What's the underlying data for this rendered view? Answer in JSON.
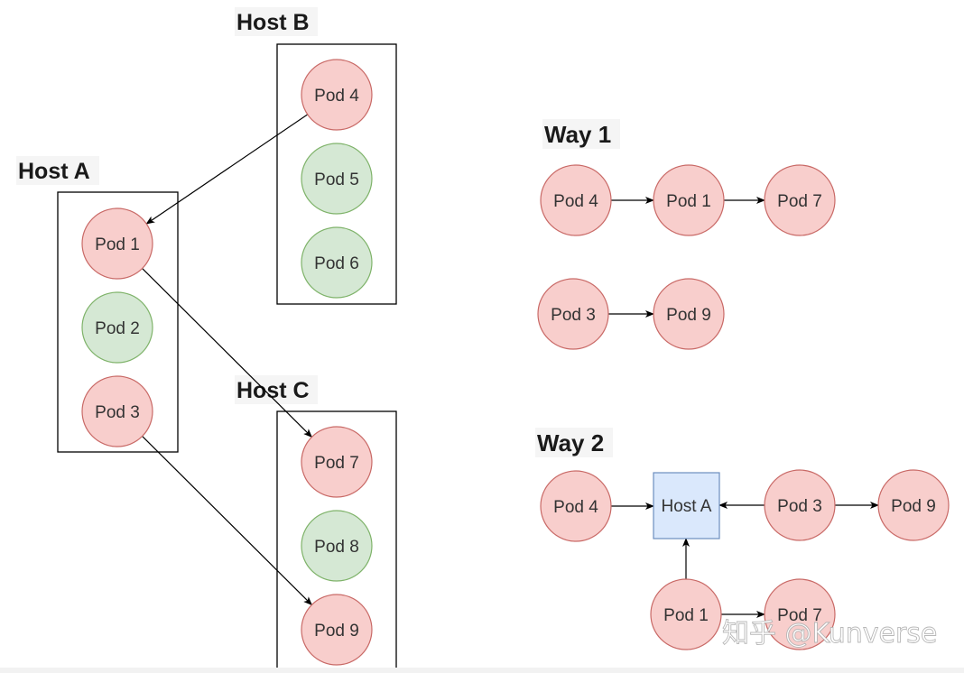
{
  "colors": {
    "pod_red_fill": "#f8cecc",
    "pod_red_stroke": "#c96a67",
    "pod_green_fill": "#d5e8d4",
    "pod_green_stroke": "#7fb36a",
    "host_node_fill": "#dae8fc",
    "host_node_stroke": "#6c8ebf"
  },
  "left": {
    "hosts": [
      {
        "id": "hostA",
        "label": "Host A"
      },
      {
        "id": "hostB",
        "label": "Host B"
      },
      {
        "id": "hostC",
        "label": "Host C"
      }
    ],
    "pods": [
      {
        "id": "pod1",
        "label": "Pod 1",
        "color": "red"
      },
      {
        "id": "pod2",
        "label": "Pod 2",
        "color": "green"
      },
      {
        "id": "pod3",
        "label": "Pod 3",
        "color": "red"
      },
      {
        "id": "pod4",
        "label": "Pod 4",
        "color": "red"
      },
      {
        "id": "pod5",
        "label": "Pod 5",
        "color": "green"
      },
      {
        "id": "pod6",
        "label": "Pod 6",
        "color": "green"
      },
      {
        "id": "pod7",
        "label": "Pod 7",
        "color": "red"
      },
      {
        "id": "pod8",
        "label": "Pod 8",
        "color": "green"
      },
      {
        "id": "pod9",
        "label": "Pod 9",
        "color": "red"
      }
    ],
    "edges": [
      {
        "from": "pod4",
        "to": "pod1"
      },
      {
        "from": "pod1",
        "to": "pod7"
      },
      {
        "from": "pod3",
        "to": "pod9"
      }
    ]
  },
  "way1": {
    "label": "Way 1",
    "nodes": [
      {
        "id": "w1p4",
        "label": "Pod 4"
      },
      {
        "id": "w1p1",
        "label": "Pod 1"
      },
      {
        "id": "w1p7",
        "label": "Pod 7"
      },
      {
        "id": "w1p3",
        "label": "Pod 3"
      },
      {
        "id": "w1p9",
        "label": "Pod 9"
      }
    ],
    "edges": [
      {
        "from": "w1p4",
        "to": "w1p1"
      },
      {
        "from": "w1p1",
        "to": "w1p7"
      },
      {
        "from": "w1p3",
        "to": "w1p9"
      }
    ]
  },
  "way2": {
    "label": "Way 2",
    "host_node": {
      "id": "w2hostA",
      "label": "Host A"
    },
    "nodes": [
      {
        "id": "w2p4",
        "label": "Pod 4"
      },
      {
        "id": "w2p3",
        "label": "Pod 3"
      },
      {
        "id": "w2p9",
        "label": "Pod 9"
      },
      {
        "id": "w2p1",
        "label": "Pod 1"
      },
      {
        "id": "w2p7",
        "label": "Pod 7"
      }
    ],
    "edges": [
      {
        "from": "w2p4",
        "to": "w2hostA"
      },
      {
        "from": "w2p3",
        "to": "w2hostA"
      },
      {
        "from": "w2p3",
        "to": "w2p9"
      },
      {
        "from": "w2p1",
        "to": "w2hostA"
      },
      {
        "from": "w2p1",
        "to": "w2p7"
      }
    ]
  },
  "watermark": "知乎 @Kunverse"
}
